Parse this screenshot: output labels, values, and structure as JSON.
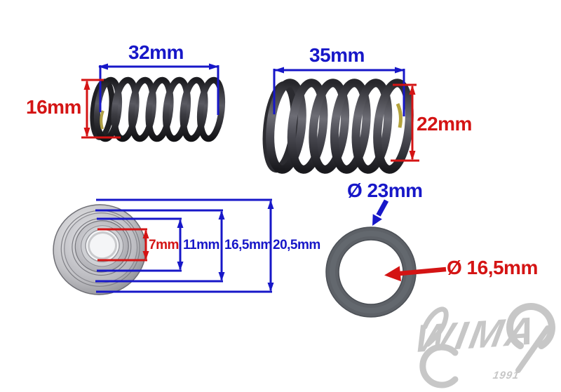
{
  "colors": {
    "background": "#ffffff",
    "dim-blue": "#1717c8",
    "dim-red": "#d41414",
    "ring-gray": "#5d6167",
    "watermark-gray": "#c7c7c7"
  },
  "spring_small": {
    "width_label": "32mm",
    "height_label": "16mm"
  },
  "spring_large": {
    "width_label": "35mm",
    "height_label": "22mm"
  },
  "retainer": {
    "dims": [
      {
        "label": "7mm",
        "color": "red"
      },
      {
        "label": "11mm",
        "color": "blue"
      },
      {
        "label": "16,5mm",
        "color": "blue"
      },
      {
        "label": "20,5mm",
        "color": "blue"
      }
    ]
  },
  "washer": {
    "outer_diameter_label": "Ø 23mm",
    "inner_diameter_label": "Ø 16,5mm"
  },
  "watermark": {
    "brand": "WIMA",
    "year": "1991"
  }
}
